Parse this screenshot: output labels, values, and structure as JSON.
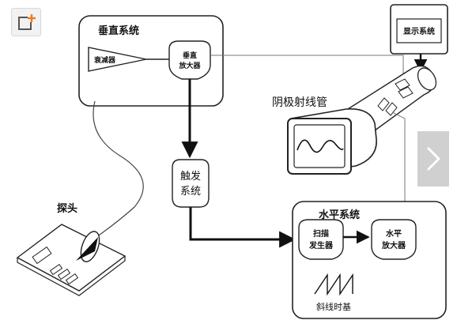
{
  "vertical_system": {
    "title": "垂直系统",
    "attenuator": "衰减器",
    "amplifier_line1": "垂直",
    "amplifier_line2": "放大器"
  },
  "trigger": {
    "line1": "触发",
    "line2": "系统"
  },
  "display_system": "显示系统",
  "crt": "阴极射线管",
  "horizontal_system": {
    "title": "水平系统",
    "sweep_line1": "扫描",
    "sweep_line2": "发生器",
    "amp_line1": "水平",
    "amp_line2": "放大器",
    "ramp": "斜线时基"
  },
  "probe": "探头",
  "controls": {
    "corner_icon": "add-box-icon",
    "next_icon": "chevron-right-icon"
  },
  "colors": {
    "line": "#111111",
    "thin_line": "#777777",
    "overlay": "#d0d0d0",
    "accent": "#f07a1c"
  }
}
